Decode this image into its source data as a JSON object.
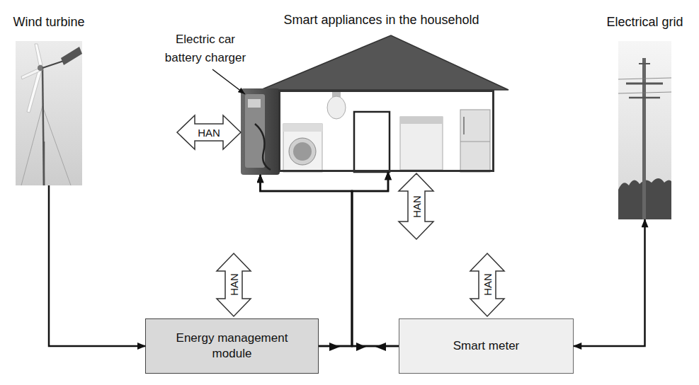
{
  "diagram": {
    "nodes": [
      {
        "text": [
          "Wind turbine"
        ]
      },
      {
        "text": [
          "Smart appliances in the household"
        ]
      },
      {
        "text": [
          "Electrical grid"
        ]
      },
      {
        "text": [
          "Electric car battery charger"
        ]
      },
      {
        "text": [
          "Energy management module"
        ]
      },
      {
        "text": [
          "Smart meter"
        ]
      }
    ],
    "edges": [
      {
        "from": 0,
        "to": 4,
        "arrow": "to"
      },
      {
        "from": 4,
        "to": 1,
        "arrow": "to"
      },
      {
        "from": 4,
        "to": 3,
        "arrow": "to"
      },
      {
        "from": 5,
        "to": 1,
        "arrow": "to"
      },
      {
        "from": 5,
        "to": 3,
        "arrow": "to"
      },
      {
        "from": 5,
        "to": 2,
        "arrow": "both"
      }
    ],
    "labels": [
      "HAN",
      "HAN",
      "HAN",
      "HAN"
    ]
  }
}
